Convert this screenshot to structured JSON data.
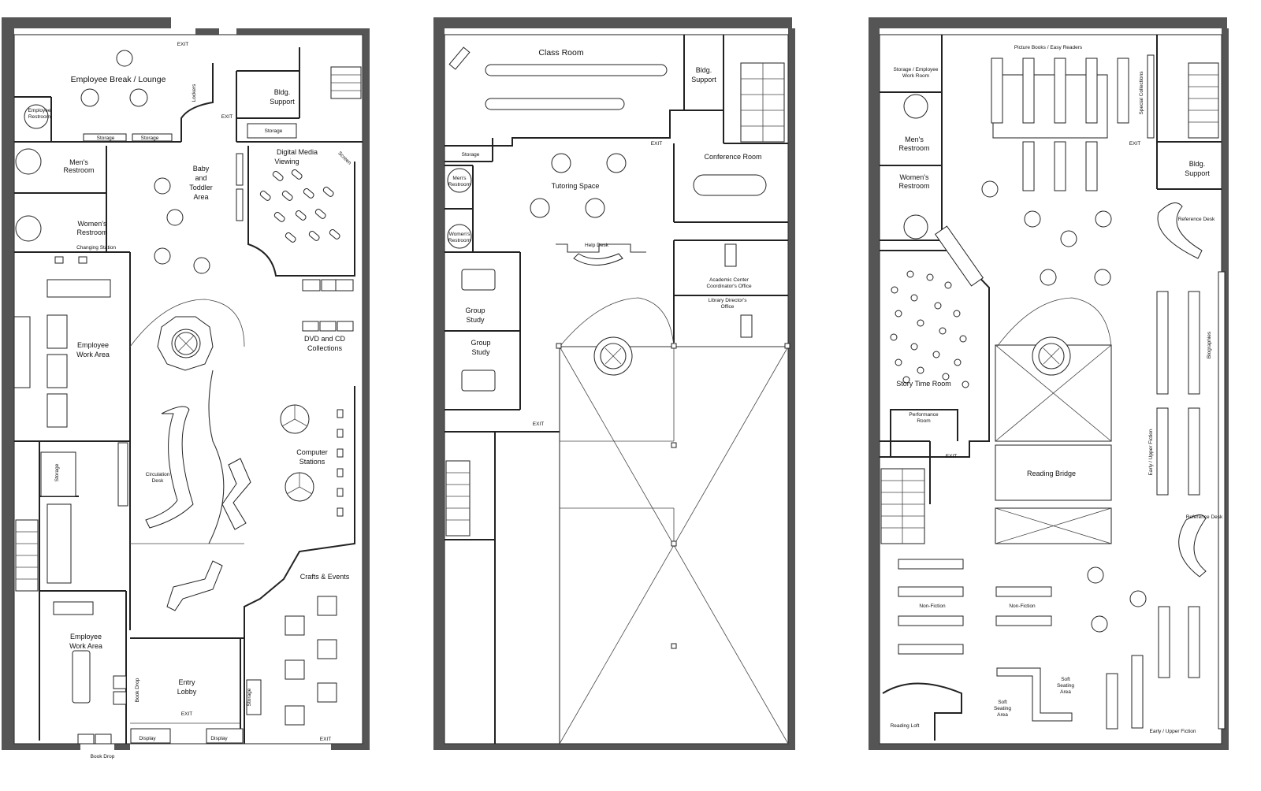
{
  "floor1": {
    "exit": "EXIT",
    "employee_break": "Employee Break / Lounge",
    "employee_restroom": [
      "Employee",
      "Restroom"
    ],
    "lockers": "Lockers",
    "storage": "Storage",
    "bldg_support": [
      "Bldg.",
      "Support"
    ],
    "mens_restroom": [
      "Men's",
      "Restroom"
    ],
    "womens_restroom": [
      "Women's",
      "Restroom"
    ],
    "changing_station": "Changing Station",
    "baby_toddler": [
      "Baby",
      "and",
      "Toddler",
      "Area"
    ],
    "digital_media": [
      "Digital Media",
      "Viewing"
    ],
    "screen": "Screen",
    "employee_work_area": [
      "Employee",
      "Work Area"
    ],
    "dvd_cd": [
      "DVD and CD",
      "Collections"
    ],
    "computer_stations": [
      "Computer",
      "Stations"
    ],
    "circulation_desk": [
      "Circulation",
      "Desk"
    ],
    "crafts_events": "Crafts & Events",
    "entry_lobby": [
      "Entry",
      "Lobby"
    ],
    "book_drop": "Book Drop",
    "display": "Display"
  },
  "floor2": {
    "exit": "EXIT",
    "class_room": "Class Room",
    "bldg_support": [
      "Bldg.",
      "Support"
    ],
    "storage": "Storage",
    "mens_restroom": [
      "Men's",
      "Restroom"
    ],
    "womens_restroom": [
      "Women's",
      "Restroom"
    ],
    "tutoring_space": "Tutoring Space",
    "conference_room": "Conference Room",
    "help_desk": "Help Desk",
    "group_study": [
      "Group",
      "Study"
    ],
    "academic_center": [
      "Academic Center",
      "Coordinator's Office"
    ],
    "library_director": [
      "Library Director's",
      "Office"
    ]
  },
  "floor3": {
    "exit": "EXIT",
    "picture_books": "Picture Books / Easy Readers",
    "storage_employee": [
      "Storage / Employee",
      "Work Room"
    ],
    "special_collections": "Special Collections",
    "bldg_support": [
      "Bldg.",
      "Support"
    ],
    "mens_restroom": [
      "Men's",
      "Restroom"
    ],
    "womens_restroom": [
      "Women's",
      "Restroom"
    ],
    "reference_desk": "Reference Desk",
    "biographies": "Biographies",
    "story_time": "Story Time Room",
    "performance_room": [
      "Performance",
      "Room"
    ],
    "early_upper_fiction": "Early / Upper Fiction",
    "reading_bridge": "Reading Bridge",
    "non_fiction": "Non-Fiction",
    "soft_seating": [
      "Soft",
      "Seating",
      "Area"
    ],
    "reading_loft": "Reading Loft"
  }
}
